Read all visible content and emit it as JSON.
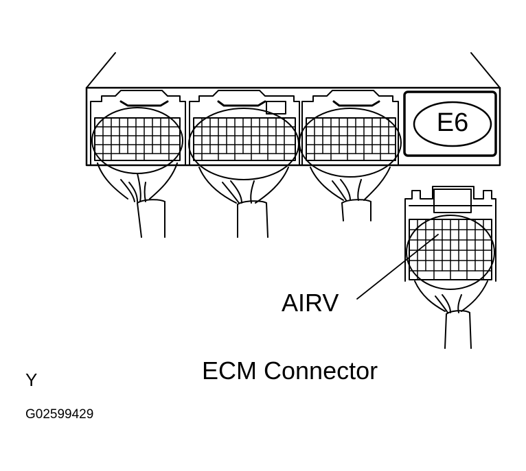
{
  "diagram": {
    "title": "ECM Connector",
    "connector_code": "E6",
    "pin_callout": "AIRV",
    "view_letter": "Y",
    "figure_id": "G02599429"
  },
  "colors": {
    "line": "#000000",
    "background": "#ffffff"
  }
}
